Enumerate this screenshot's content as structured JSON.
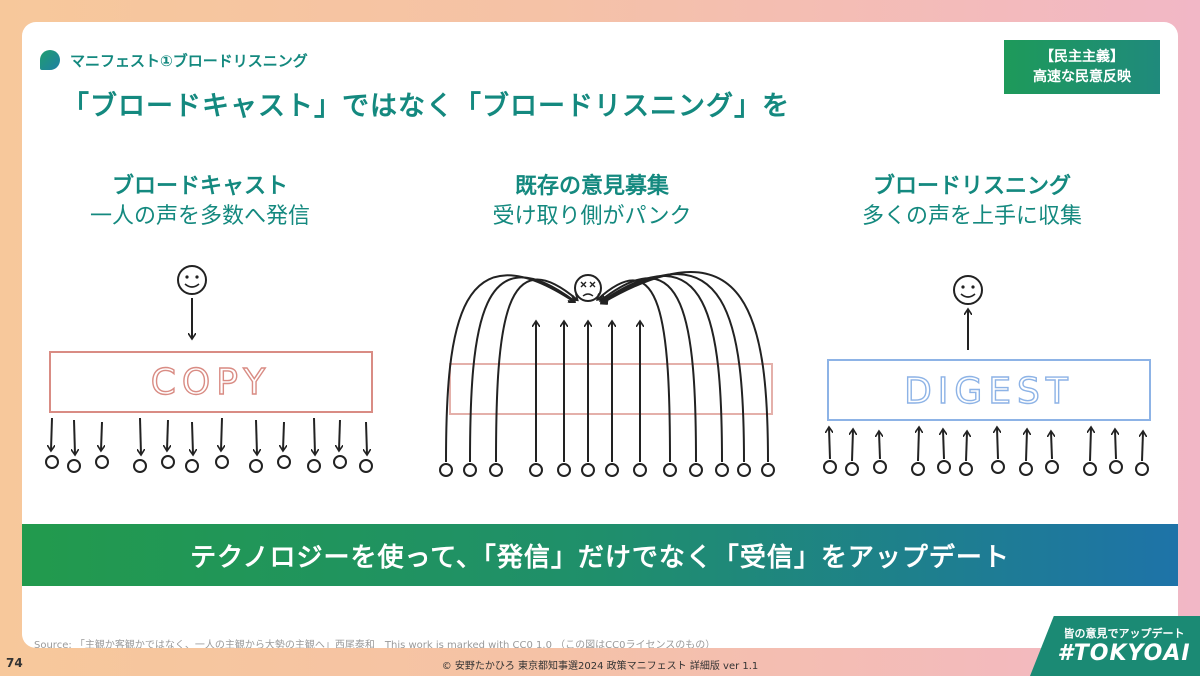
{
  "header": {
    "section_label": "マニフェスト①ブロードリスニング",
    "title": "「ブロードキャスト」ではなく「ブロードリスニング」を"
  },
  "tag": {
    "line1": "【民主主義】",
    "line2": "高速な民意反映"
  },
  "columns": [
    {
      "title": "ブロードキャスト",
      "subtitle": "一人の声を多数へ発信",
      "box_label": "COPY"
    },
    {
      "title": "既存の意見募集",
      "subtitle": "受け取り側がパンク"
    },
    {
      "title": "ブロードリスニング",
      "subtitle": "多くの声を上手に収集",
      "box_label": "DIGEST"
    }
  ],
  "banner": {
    "text": "テクノロジーを使って、「発信」だけでなく「受信」をアップデート"
  },
  "footer": {
    "source": "Source: 「主観か客観かではなく、一人の主観から大勢の主観へ」西尾泰和　This work is marked with CC0 1.0 （この図はCC0ライセンスのもの）",
    "page_number": "74",
    "copyright": "© 安野たかひろ 東京都知事選2024 政策マニフェスト 詳細版 ver 1.1",
    "brand_tagline": "皆の意見でアップデート",
    "brand_hashtag": "#TOKYOAI"
  },
  "colors": {
    "accent": "#14897f",
    "copy_red": "#d98c84",
    "digest_blue": "#8db3e6"
  },
  "icons": [
    "smiley-face-icon",
    "dizzy-face-icon",
    "person-circle-icon",
    "arrow-icon"
  ]
}
